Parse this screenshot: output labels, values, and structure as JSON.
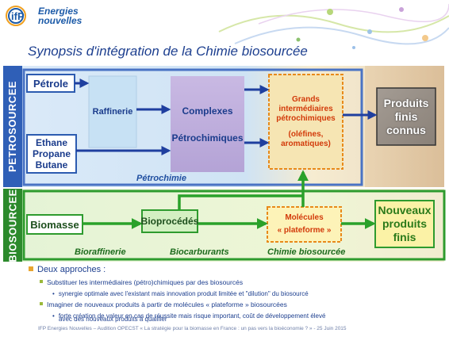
{
  "header": {
    "logo_mark": "ifP",
    "logo_line1": "Energies",
    "logo_line2": "nouvelles"
  },
  "title": "Synopsis d'intégration de la Chimie biosourcée",
  "sections": {
    "petro": "PETROSOURCEE",
    "bio": "BIOSOURCEE"
  },
  "petro": {
    "petrole": "Pétrole",
    "ethane_lines": [
      "Ethane",
      "Propane",
      "Butane"
    ],
    "raffinerie": "Raffinerie",
    "complexes_lines": [
      "Complexes",
      "Pétrochimiques"
    ],
    "grands_lines": [
      "Grands",
      "intermédiaires",
      "pétrochimiques",
      "",
      "(oléfines,",
      "aromatiques)"
    ],
    "produits_lines": [
      "Produits",
      "finis",
      "connus"
    ],
    "label": "Pétrochimie"
  },
  "bio": {
    "biomasse": "Biomasse",
    "bioprocedes": "Bioprocédés",
    "molecules_lines": [
      "Molécules",
      "« plateforme »"
    ],
    "nouveaux_lines": [
      "Nouveaux",
      "produits",
      "finis"
    ],
    "labels": [
      "Bioraffinerie",
      "Biocarburants",
      "Chimie biosourcée"
    ]
  },
  "bullets": {
    "heading": "Deux approches :",
    "item1": "Substituer les intermédiaires (pétro)chimiques par des biosourcés",
    "item1_sub": "synergie optimale avec l'existant mais innovation  produit limitée  et \"dilution\" du biosourcé",
    "item2": "Imaginer de nouveaux produits à partir de molécules « plateforme » biosourcées",
    "item2_sub_line1": "forte création de valeur en cas de réussite mais risque important,  coût de développement élevé",
    "item2_sub_line2": "avec des nouveaux produits à qualifier"
  },
  "footer": "IFP Energies Nouvelles – Audition OPECST « La stratégie pour la biomasse en France : un pas vers la bioéconomie ? » - 25 Juin 2015",
  "colors": {
    "title": "#1d3f8f",
    "petro_border": "#4a73c4",
    "bio_border": "#2e9b2e",
    "arrow_blue": "#1f3f9f",
    "arrow_green": "#2aa12a",
    "orange": "#e88a1a"
  }
}
